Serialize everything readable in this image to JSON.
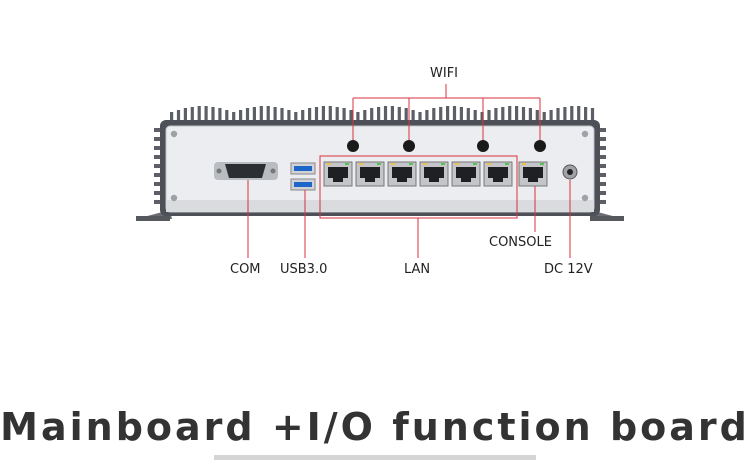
{
  "labels": {
    "wifi": "WIFI",
    "com": "COM",
    "usb": "USB3.0",
    "lan": "LAN",
    "console": "CONSOLE",
    "dc": "DC 12V"
  },
  "title": "Mainboard +I/O function board",
  "colors": {
    "leader_line": "#d8323c",
    "chassis_face": "#ecedf0",
    "heatsink": "#5c6066",
    "usb_blue": "#1f66c9"
  },
  "icons": [
    "screw-icon",
    "antenna-connector-icon",
    "serial-port-icon",
    "usb-port-icon",
    "rj45-port-icon",
    "dc-jack-icon"
  ]
}
